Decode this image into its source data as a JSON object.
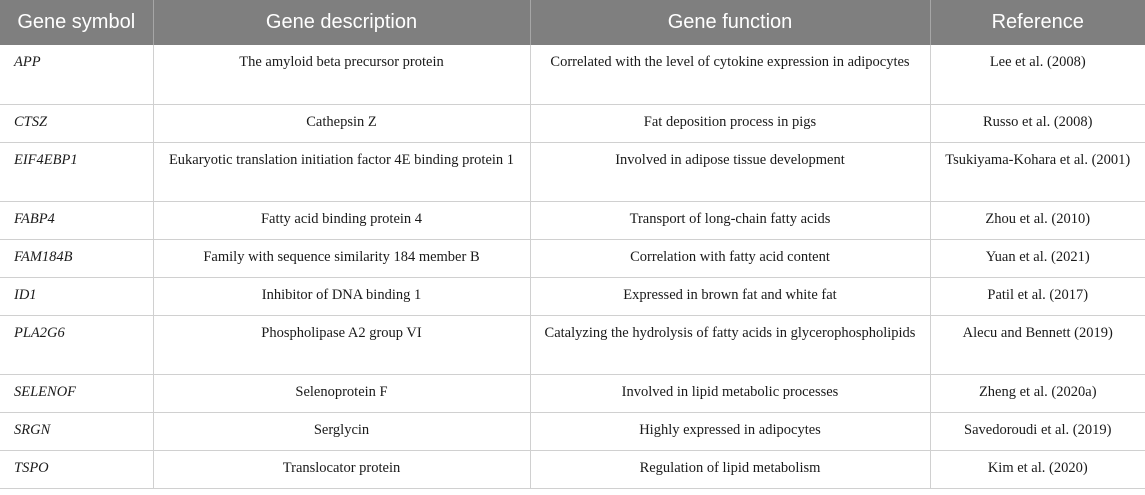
{
  "table": {
    "headers": [
      "Gene symbol",
      "Gene description",
      "Gene function",
      "Reference"
    ],
    "rows": [
      {
        "symbol": "APP",
        "description": "The amyloid beta precursor protein",
        "function": "Correlated with the level of cytokine expression in adipocytes",
        "reference": "Lee et al. (2008)"
      },
      {
        "symbol": "CTSZ",
        "description": "Cathepsin Z",
        "function": "Fat deposition process in pigs",
        "reference": "Russo et al. (2008)"
      },
      {
        "symbol": "EIF4EBP1",
        "description": "Eukaryotic translation initiation factor 4E binding protein 1",
        "function": "Involved in adipose tissue development",
        "reference": "Tsukiyama-Kohara et al. (2001)"
      },
      {
        "symbol": "FABP4",
        "description": "Fatty acid binding protein 4",
        "function": "Transport of long-chain fatty acids",
        "reference": "Zhou et al. (2010)"
      },
      {
        "symbol": "FAM184B",
        "description": "Family with sequence similarity 184 member B",
        "function": "Correlation with fatty acid content",
        "reference": "Yuan et al. (2021)"
      },
      {
        "symbol": "ID1",
        "description": "Inhibitor of DNA binding 1",
        "function": "Expressed in brown fat and white fat",
        "reference": "Patil et al. (2017)"
      },
      {
        "symbol": "PLA2G6",
        "description": "Phospholipase A2 group VI",
        "function": "Catalyzing the hydrolysis of fatty acids in glycerophospholipids",
        "reference": "Alecu and Bennett (2019)"
      },
      {
        "symbol": "SELENOF",
        "description": "Selenoprotein F",
        "function": "Involved in lipid metabolic processes",
        "reference": "Zheng et al. (2020a)"
      },
      {
        "symbol": "SRGN",
        "description": "Serglycin",
        "function": "Highly expressed in adipocytes",
        "reference": "Savedoroudi et al. (2019)"
      },
      {
        "symbol": "TSPO",
        "description": "Translocator protein",
        "function": "Regulation of lipid metabolism",
        "reference": "Kim et al. (2020)"
      }
    ]
  },
  "colors": {
    "header_background": "#7f7f7f",
    "header_text": "#ffffff",
    "grid_line": "#d0d0d0"
  }
}
